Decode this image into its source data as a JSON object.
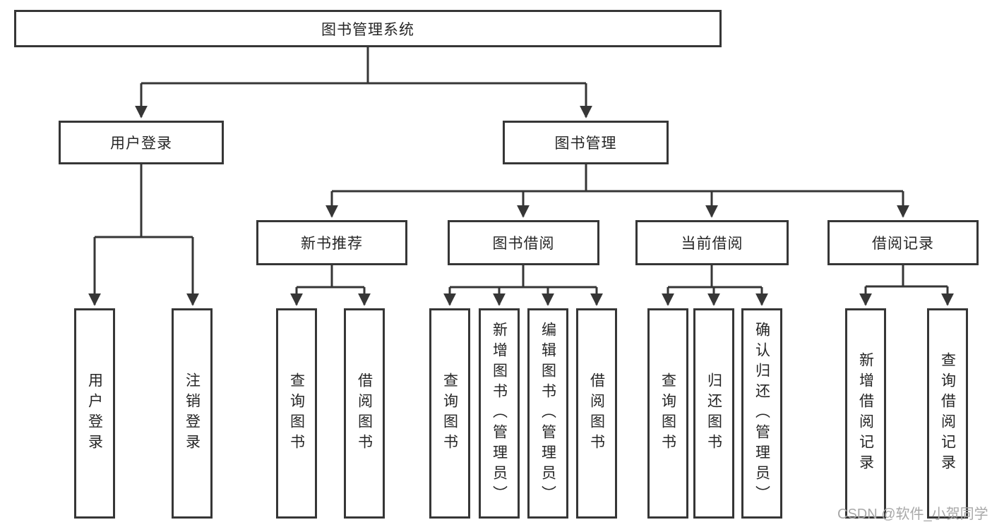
{
  "diagram_type": "hierarchy-tree",
  "colors": {
    "line": "#363636",
    "box_border": "#363636",
    "text": "#262626",
    "background": "#ffffff",
    "watermark": "#a8a8a8"
  },
  "tree": {
    "root": {
      "label": "图书管理系统",
      "children": [
        {
          "label": "用户登录",
          "children": [
            {
              "label": "用户登录"
            },
            {
              "label": "注销登录"
            }
          ]
        },
        {
          "label": "图书管理",
          "children": [
            {
              "label": "新书推荐",
              "children": [
                {
                  "label": "查询图书"
                },
                {
                  "label": "借阅图书"
                }
              ]
            },
            {
              "label": "图书借阅",
              "children": [
                {
                  "label": "查询图书"
                },
                {
                  "label": "新增图书（管理员）"
                },
                {
                  "label": "编辑图书（管理员）"
                },
                {
                  "label": "借阅图书"
                }
              ]
            },
            {
              "label": "当前借阅",
              "children": [
                {
                  "label": "查询图书"
                },
                {
                  "label": "归还图书"
                },
                {
                  "label": "确认归还（管理员）"
                }
              ]
            },
            {
              "label": "借阅记录",
              "children": [
                {
                  "label": "新增借阅记录"
                },
                {
                  "label": "查询借阅记录"
                }
              ]
            }
          ]
        }
      ]
    }
  },
  "watermark": {
    "text": "CSDN @软件_小贺同学"
  }
}
